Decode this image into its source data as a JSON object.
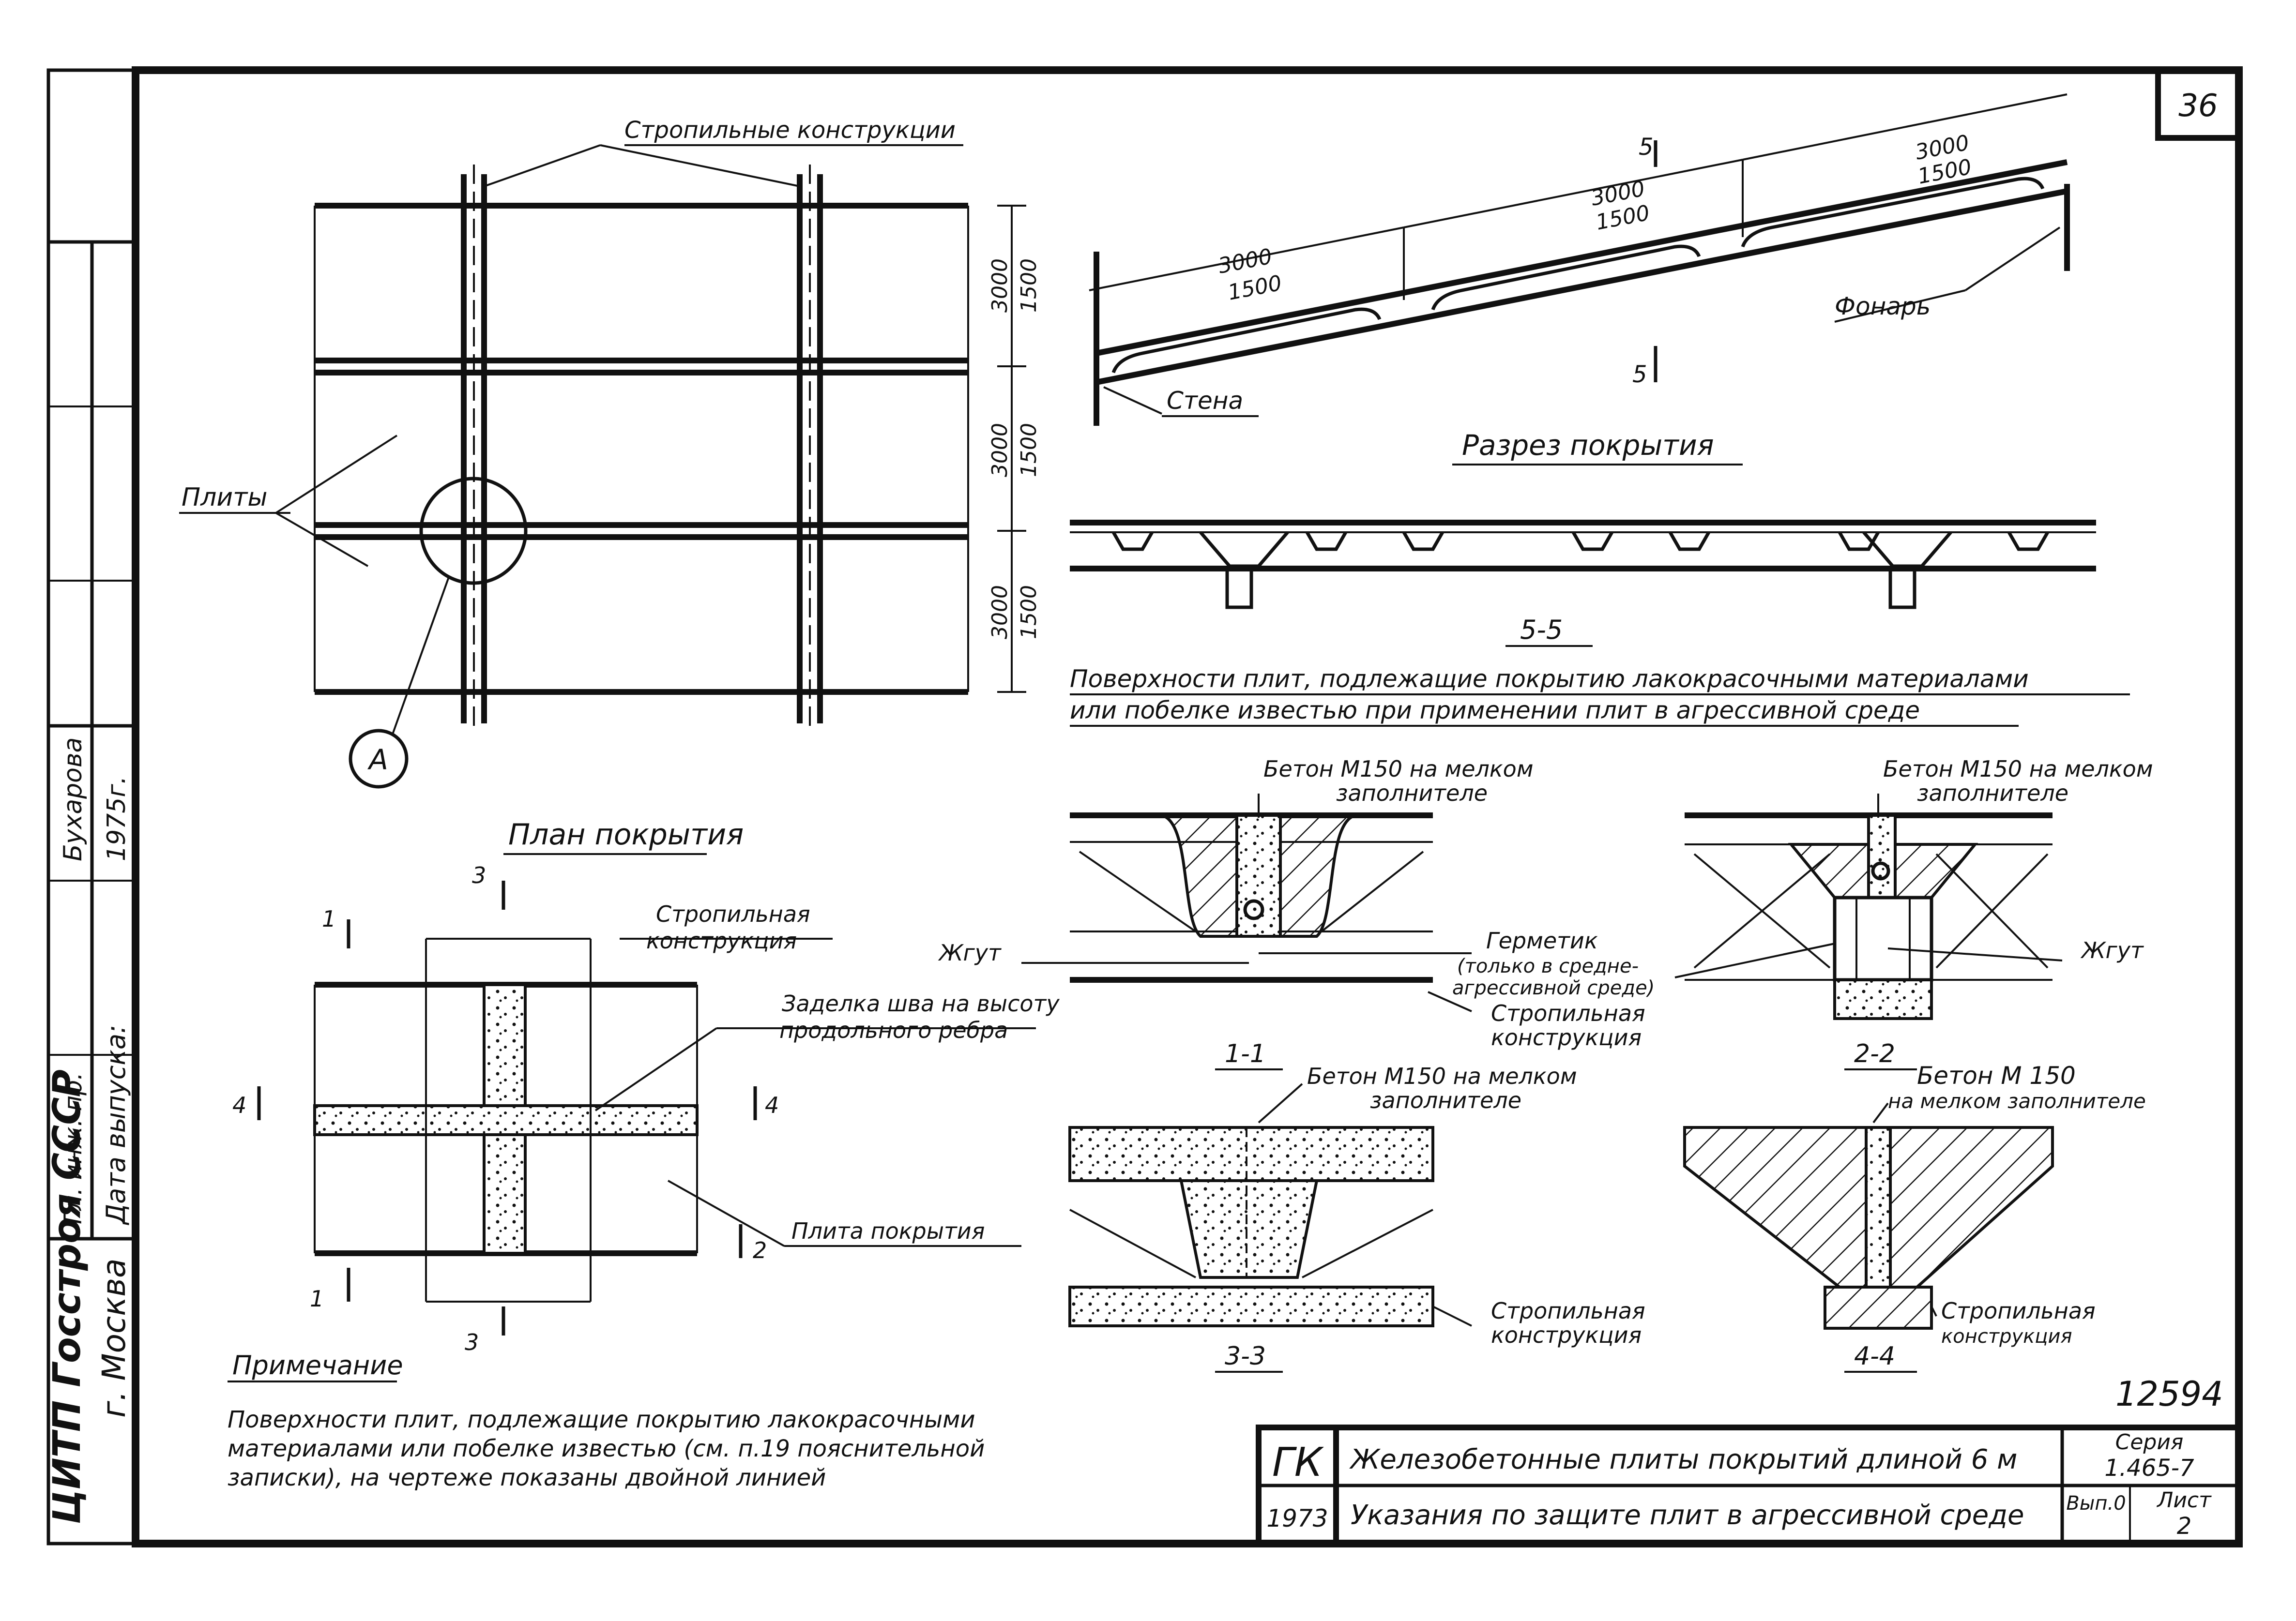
{
  "sheet": {
    "number": "36",
    "archive_number": "12594",
    "notes_title": "Примечание",
    "notes_text": [
      "Поверхности плит, подлежащие покрытию лакокрасочными",
      "материалами или побелке известью (см. п.19 пояснительной",
      "записки), на чертеже показаны двойной линией"
    ]
  },
  "plan": {
    "title": "План покрытия",
    "rafter_label": "Стропильные конструкции",
    "slabs_label": "Плиты",
    "node_label": "А",
    "dims": [
      {
        "top": "3000",
        "bottom": "1500"
      },
      {
        "top": "3000",
        "bottom": "1500"
      },
      {
        "top": "3000",
        "bottom": "1500"
      }
    ]
  },
  "roof_section": {
    "title": "Разрез покрытия",
    "wall_label": "Стена",
    "lantern_label": "Фонарь",
    "cut_mark": "5",
    "dims": [
      {
        "top": "3000",
        "bottom": "1500"
      },
      {
        "top": "3000",
        "bottom": "1500"
      },
      {
        "top": "3000",
        "bottom": "1500"
      }
    ]
  },
  "section_55": {
    "title": "5-5",
    "caption": [
      "Поверхности плит, подлежащие покрытию лакокрасочными материалами",
      "или побелке известью при применении плит в агрессивной среде"
    ]
  },
  "node_a": {
    "rafter_label": [
      "Стропильная",
      "конструкция"
    ],
    "seam_label": [
      "Заделка шва на высоту",
      "продольного ребра"
    ],
    "slab_label": "Плита покрытия",
    "cut_marks": [
      "1",
      "1",
      "3",
      "3",
      "4",
      "4",
      "2"
    ]
  },
  "sections": {
    "s11": {
      "title": "1-1",
      "concrete_label": [
        "Бетон М150 на мелком",
        "заполнителе"
      ],
      "cord_label": "Жгут",
      "sealant_label": [
        "Герметик",
        "(только в средне-",
        "агрессивной среде)"
      ],
      "rafter_label": [
        "Стропильная",
        "конструкция"
      ]
    },
    "s22": {
      "title": "2-2",
      "concrete_label": [
        "Бетон М150 на мелком",
        "заполнителе"
      ],
      "cord_label": "Жгут"
    },
    "s33": {
      "title": "3-3",
      "concrete_label": [
        "Бетон М150 на мелком",
        "заполнителе"
      ],
      "rafter_label": [
        "Стропильная",
        "конструкция"
      ]
    },
    "s44": {
      "title": "4-4",
      "concrete_label": [
        "Бетон М 150",
        "на мелком заполнителе"
      ],
      "rafter_label": [
        "Стропильная",
        "конструкция"
      ]
    }
  },
  "stamp_left": {
    "org": "ЦИТП Госстроя СССР",
    "city": "г. Москва",
    "role": "Гл. инж. пр.",
    "name": "Бухарова",
    "year": "1975г.",
    "release_label": "Дата выпуска:"
  },
  "title_block": {
    "code": "ГК",
    "year": "1973",
    "title": "Железобетонные плиты покрытий длиной 6 м",
    "subtitle": "Указания по защите плит в агрессивной среде",
    "series_label": "Серия",
    "series_value": "1.465-7",
    "issue_label": "Вып.0",
    "sheet_label": "Лист",
    "sheet_value": "2"
  }
}
